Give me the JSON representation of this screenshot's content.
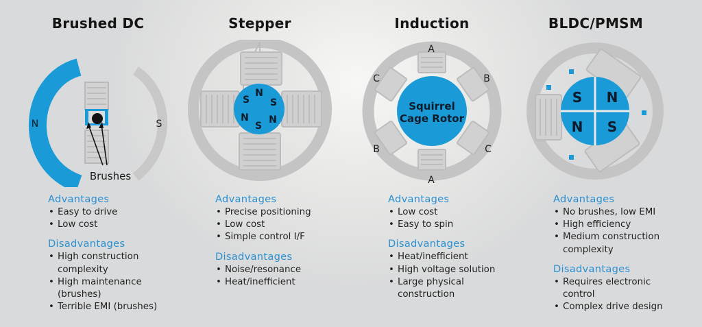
{
  "panels": [
    {
      "title": "Brushed DC",
      "labels": {
        "n": "N",
        "s": "S",
        "brushes": "Brushes"
      },
      "advantages_heading": "Advantages",
      "advantages": [
        "Easy to drive",
        "Low cost"
      ],
      "disadvantages_heading": "Disadvantages",
      "disadvantages": [
        "High construction complexity",
        "High maintenance (brushes)",
        "Terrible EMI (brushes)"
      ]
    },
    {
      "title": "Stepper",
      "labels": {
        "poles": [
          "S",
          "N",
          "S",
          "N",
          "S",
          "N"
        ]
      },
      "advantages_heading": "Advantages",
      "advantages": [
        "Precise positioning",
        "Low cost",
        "Simple control I/F"
      ],
      "disadvantages_heading": "Disadvantages",
      "disadvantages": [
        "Noise/resonance",
        "Heat/inefficient"
      ]
    },
    {
      "title": "Induction",
      "labels": {
        "rotor_line1": "Squirrel",
        "rotor_line2": "Cage Rotor",
        "a": "A",
        "b": "B",
        "c": "C"
      },
      "advantages_heading": "Advantages",
      "advantages": [
        "Low cost",
        "Easy to spin"
      ],
      "disadvantages_heading": "Disadvantages",
      "disadvantages": [
        "Heat/inefficient",
        "High voltage solution",
        "Large physical construction"
      ]
    },
    {
      "title": "BLDC/PMSM",
      "labels": {
        "quadrants": [
          "S",
          "N",
          "N",
          "S"
        ]
      },
      "advantages_heading": "Advantages",
      "advantages": [
        "No brushes, low EMI",
        "High efficiency",
        "Medium construction complexity"
      ],
      "disadvantages_heading": "Disadvantages",
      "disadvantages": [
        "Requires electronic control",
        "Complex drive design"
      ]
    }
  ],
  "colors": {
    "accent": "#1a9ad6",
    "heading_blue": "#2b8fd0",
    "stator_gray": "#c4c4c4",
    "coil_gray": "#b9b9b9"
  }
}
